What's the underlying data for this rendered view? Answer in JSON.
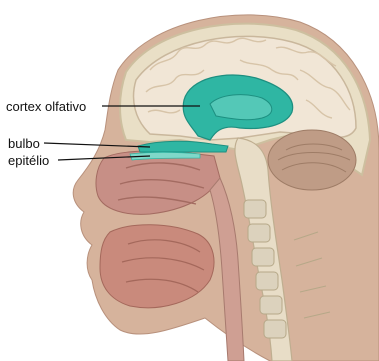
{
  "labels": {
    "olfactory_cortex": "cortex olfativo",
    "bulb": "bulbo",
    "epithelium": "epitélio"
  },
  "colors": {
    "highlight": "#2fb6a3",
    "highlight_dark": "#1d8f80",
    "brain": "#f1e6d6",
    "skull": "#e9dfc6",
    "skin": "#c9a08a",
    "muscle": "#c78f86",
    "cerebellum": "#bf9c86",
    "spine": "#dcd2bd",
    "leader_line": "#111111"
  }
}
